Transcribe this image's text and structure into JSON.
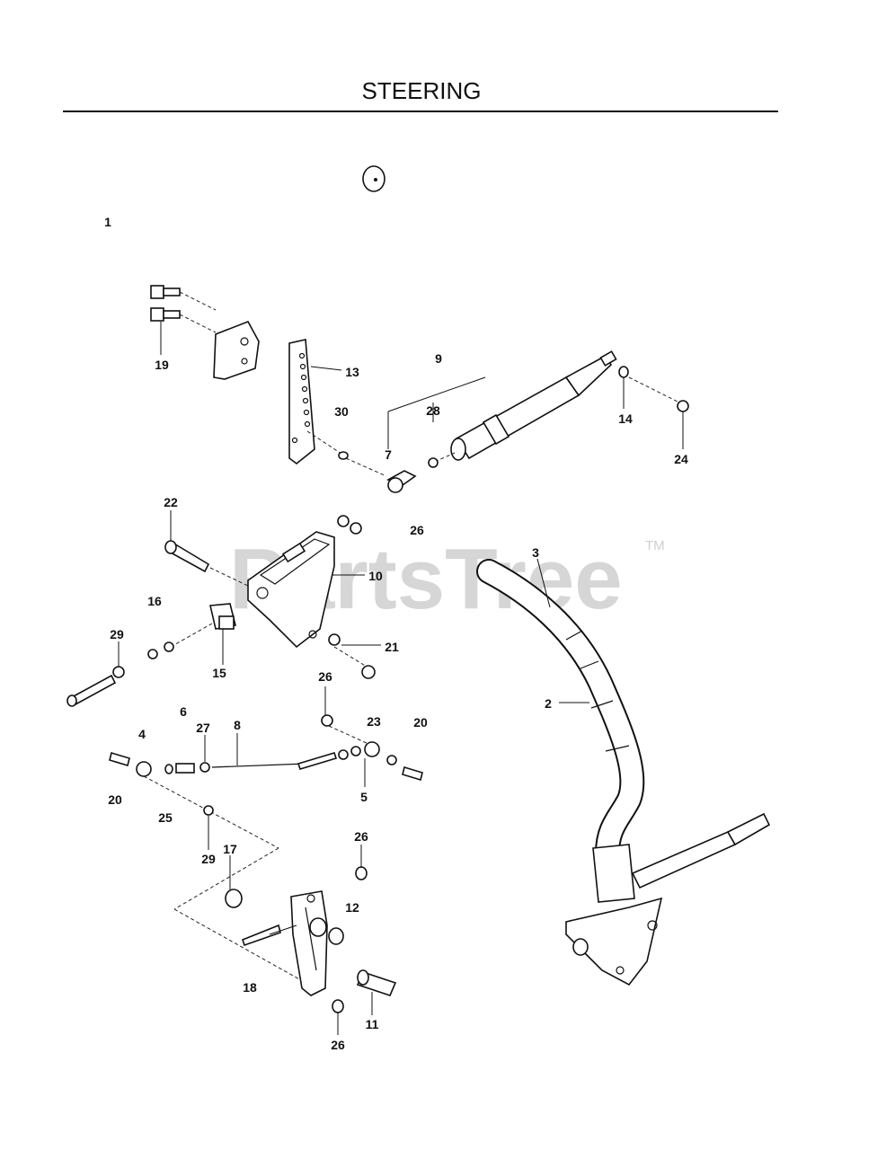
{
  "title": "STEERING",
  "watermark": {
    "text": "PartsTree",
    "trademark": "TM"
  },
  "callouts": [
    "1",
    "19",
    "13",
    "9",
    "30",
    "28",
    "7",
    "14",
    "24",
    "22",
    "26",
    "10",
    "3",
    "16",
    "29",
    "15",
    "21",
    "26",
    "23",
    "20",
    "6",
    "27",
    "8",
    "4",
    "2",
    "5",
    "20",
    "25",
    "29",
    "17",
    "26",
    "12",
    "18",
    "11",
    "26"
  ],
  "colors": {
    "ink": "#111111",
    "watermark": "#d6d6d6",
    "background": "#ffffff"
  }
}
